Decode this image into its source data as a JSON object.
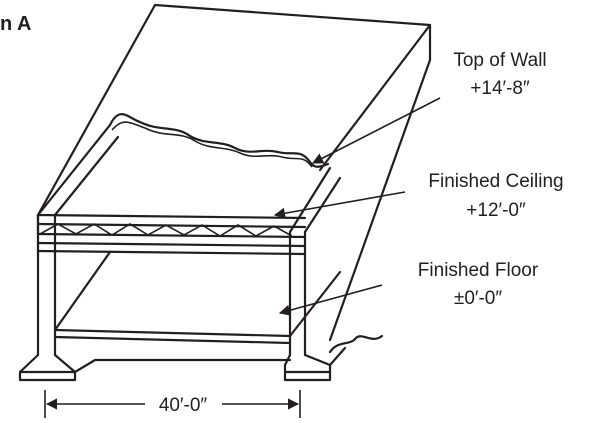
{
  "header": {
    "title_fragment": "n A"
  },
  "labels": {
    "top_of_wall": {
      "name": "Top of Wall",
      "elevation": "+14′-8″"
    },
    "finished_ceiling": {
      "name": "Finished Ceiling",
      "elevation": "+12′-0″"
    },
    "finished_floor": {
      "name": "Finished Floor",
      "elevation": "±0′-0″"
    }
  },
  "dimension": {
    "width": "40′-0″"
  },
  "colors": {
    "ink": "#231f20",
    "background": "#ffffff"
  }
}
